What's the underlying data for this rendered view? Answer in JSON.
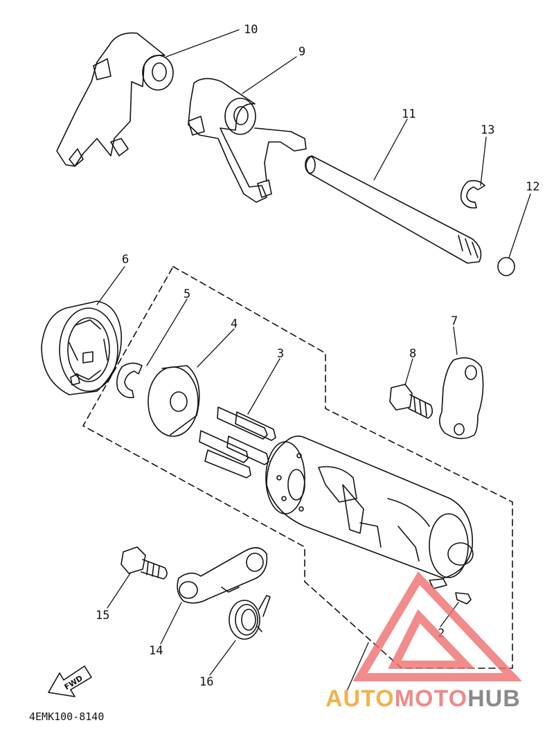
{
  "diagram": {
    "part_labels": {
      "p2": "2",
      "p3": "3",
      "p4": "4",
      "p5": "5",
      "p6": "6",
      "p7": "7",
      "p8": "8",
      "p9": "9",
      "p10": "10",
      "p11": "11",
      "p12": "12",
      "p13": "13",
      "p14": "14",
      "p15": "15",
      "p16": "16"
    },
    "fwd_label": "FWD",
    "catalog_code": "4EMK100-8140"
  },
  "watermark": {
    "part1": "AUTO",
    "part2": "MOTO",
    "part3": "HUB",
    "colors": {
      "auto": "#f2b24a",
      "moto": "#ef8a8a",
      "hub": "#8a8a8a",
      "triangle": "#ef6e6e"
    }
  }
}
